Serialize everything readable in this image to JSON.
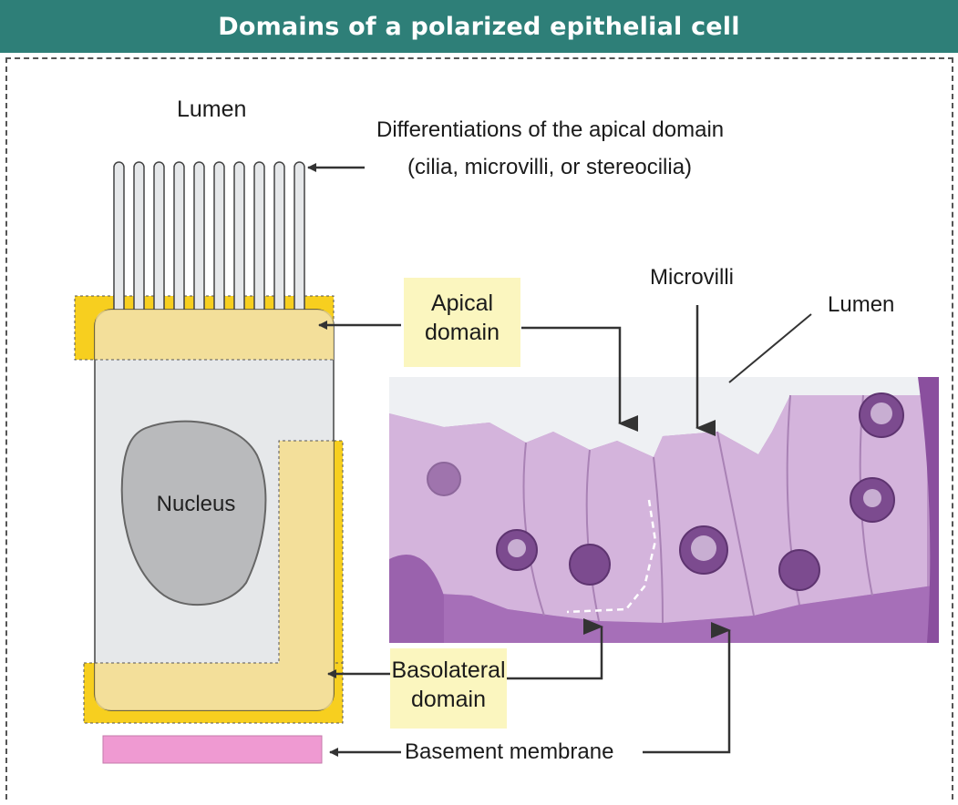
{
  "title": "Domains of a polarized  epithelial cell",
  "labels": {
    "lumen_top": "Lumen",
    "differentiations_line1": "Differentiations of the apical domain",
    "differentiations_line2": "(cilia, microvilli, or stereocilia)",
    "microvilli": "Microvilli",
    "lumen_right": "Lumen",
    "nucleus": "Nucleus",
    "basement_membrane": "Basement membrane"
  },
  "callouts": {
    "apical_line1": "Apical",
    "apical_line2": "domain",
    "basolateral_line1": "Basolateral",
    "basolateral_line2": "domain"
  },
  "colors": {
    "header": "#2e7f78",
    "apical_yellow": "#f7cf1f",
    "cell_fill": "#e6e8ea",
    "nucleus_fill": "#b9babc",
    "basement_pink": "#ef9ad2",
    "callout_bg": "#fbf6bf",
    "tissue": "#c49ad0"
  }
}
